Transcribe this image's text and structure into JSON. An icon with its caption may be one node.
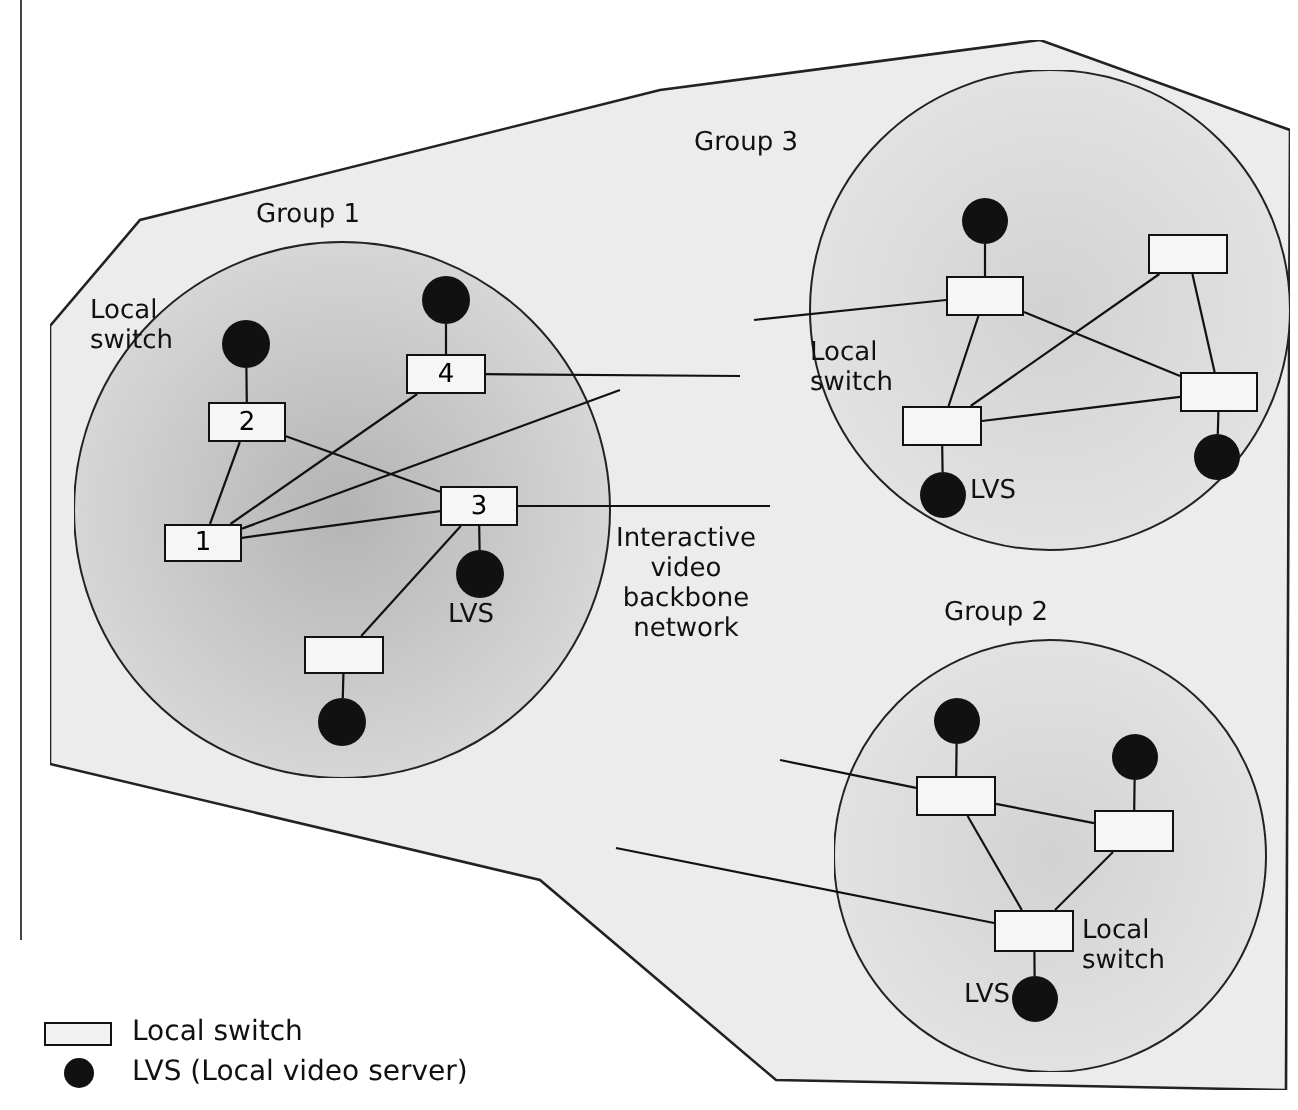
{
  "diagram": {
    "nodes": [
      {
        "text": [
          "Interactive video backbone network"
        ]
      },
      {
        "text": [
          "Group 1"
        ],
        "in": 0
      },
      {
        "text": [
          "1"
        ],
        "in": 1
      },
      {
        "text": [
          "2"
        ],
        "in": 1
      },
      {
        "text": [
          "3"
        ],
        "in": 1
      },
      {
        "text": [
          "4"
        ],
        "in": 1
      },
      {
        "text": [],
        "shape": "box",
        "in": 1
      },
      {
        "text": [],
        "shape": "circle",
        "in": 1
      },
      {
        "text": [],
        "shape": "circle",
        "in": 1
      },
      {
        "text": [],
        "shape": "circle",
        "in": 1,
        "beside": [
          "LVS"
        ]
      },
      {
        "text": [],
        "shape": "circle",
        "in": 1
      },
      {
        "text": [
          "Group 3"
        ],
        "in": 0
      },
      {
        "text": [],
        "shape": "box",
        "in": 11
      },
      {
        "text": [],
        "shape": "box",
        "in": 11
      },
      {
        "text": [],
        "shape": "box",
        "in": 11
      },
      {
        "text": [],
        "shape": "box",
        "in": 11
      },
      {
        "text": [],
        "shape": "circle",
        "in": 11
      },
      {
        "text": [],
        "shape": "circle",
        "in": 11,
        "beside": [
          "LVS"
        ]
      },
      {
        "text": [],
        "shape": "circle",
        "in": 11
      },
      {
        "text": [
          "Group 2"
        ],
        "in": 0
      },
      {
        "text": [],
        "shape": "box",
        "in": 19
      },
      {
        "text": [],
        "shape": "box",
        "in": 19
      },
      {
        "text": [],
        "shape": "box",
        "in": 19
      },
      {
        "text": [],
        "shape": "circle",
        "in": 19
      },
      {
        "text": [],
        "shape": "circle",
        "in": 19
      },
      {
        "text": [],
        "shape": "circle",
        "in": 19,
        "beside": [
          "LVS"
        ]
      }
    ],
    "edges": [
      {
        "from": 3,
        "to": 2,
        "arrow": "none"
      },
      {
        "from": 3,
        "to": 4,
        "arrow": "none"
      },
      {
        "from": 2,
        "to": 5,
        "arrow": "none"
      },
      {
        "from": 2,
        "to": null,
        "arrow": "none"
      },
      {
        "from": 2,
        "to": 4,
        "arrow": "none"
      },
      {
        "from": 4,
        "to": 6,
        "arrow": "none"
      },
      {
        "from": 4,
        "to": 9,
        "arrow": "none"
      },
      {
        "from": 3,
        "to": 7,
        "arrow": "none"
      },
      {
        "from": 5,
        "to": 8,
        "arrow": "none"
      },
      {
        "from": 6,
        "to": 10,
        "arrow": "none"
      },
      {
        "from": 5,
        "to": null,
        "arrow": "none"
      },
      {
        "from": 4,
        "to": null,
        "arrow": "none"
      },
      {
        "from": null,
        "to": 12,
        "arrow": "none"
      },
      {
        "from": 12,
        "to": 16,
        "arrow": "none"
      },
      {
        "from": 12,
        "to": 14,
        "arrow": "none"
      },
      {
        "from": 12,
        "to": 15,
        "arrow": "none"
      },
      {
        "from": 13,
        "to": 14,
        "arrow": "none"
      },
      {
        "from": 13,
        "to": 15,
        "arrow": "none"
      },
      {
        "from": 14,
        "to": 15,
        "arrow": "none"
      },
      {
        "from": 14,
        "to": 17,
        "arrow": "none"
      },
      {
        "from": 15,
        "to": 18,
        "arrow": "none"
      },
      {
        "from": null,
        "to": 20,
        "arrow": "none"
      },
      {
        "from": null,
        "to": 22,
        "arrow": "none"
      },
      {
        "from": 20,
        "to": 23,
        "arrow": "none"
      },
      {
        "from": 21,
        "to": 24,
        "arrow": "none"
      },
      {
        "from": 20,
        "to": 21,
        "arrow": "none"
      },
      {
        "from": 20,
        "to": 22,
        "arrow": "none"
      },
      {
        "from": 21,
        "to": 22,
        "arrow": "none"
      },
      {
        "from": 22,
        "to": 25,
        "arrow": "none"
      }
    ],
    "labels": [
      "Local switch",
      "Local switch",
      "Local switch"
    ],
    "legend": [
      {
        "text": "Local switch"
      },
      {
        "text": "LVS (Local video server)"
      }
    ]
  }
}
